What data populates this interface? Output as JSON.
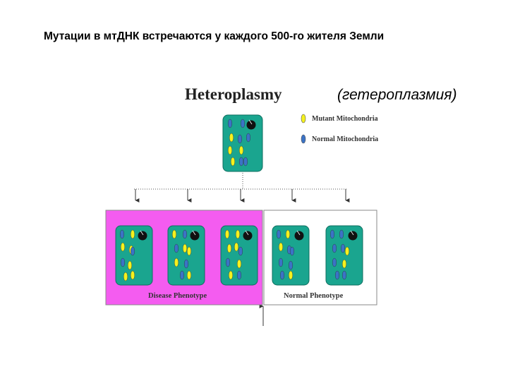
{
  "slide": {
    "title": "Мутации в мтДНК встречаются у каждого 500-го жителя Земли"
  },
  "diagram": {
    "heading": "Heteroplasmy",
    "heading_translation": "(гетероплазмия)",
    "legend": {
      "mutant_label": "Mutant Mitochondria",
      "normal_label": "Normal Mitochondria"
    },
    "groups": {
      "disease_label": "Disease Phenotype",
      "normal_label": "Normal Phenotype"
    },
    "colors": {
      "cell_fill": "#1aa58f",
      "mutant": "#f5f21e",
      "normal": "#3b73c6",
      "disease_bg": "#f45cf0",
      "nucleus": "#111111"
    }
  }
}
